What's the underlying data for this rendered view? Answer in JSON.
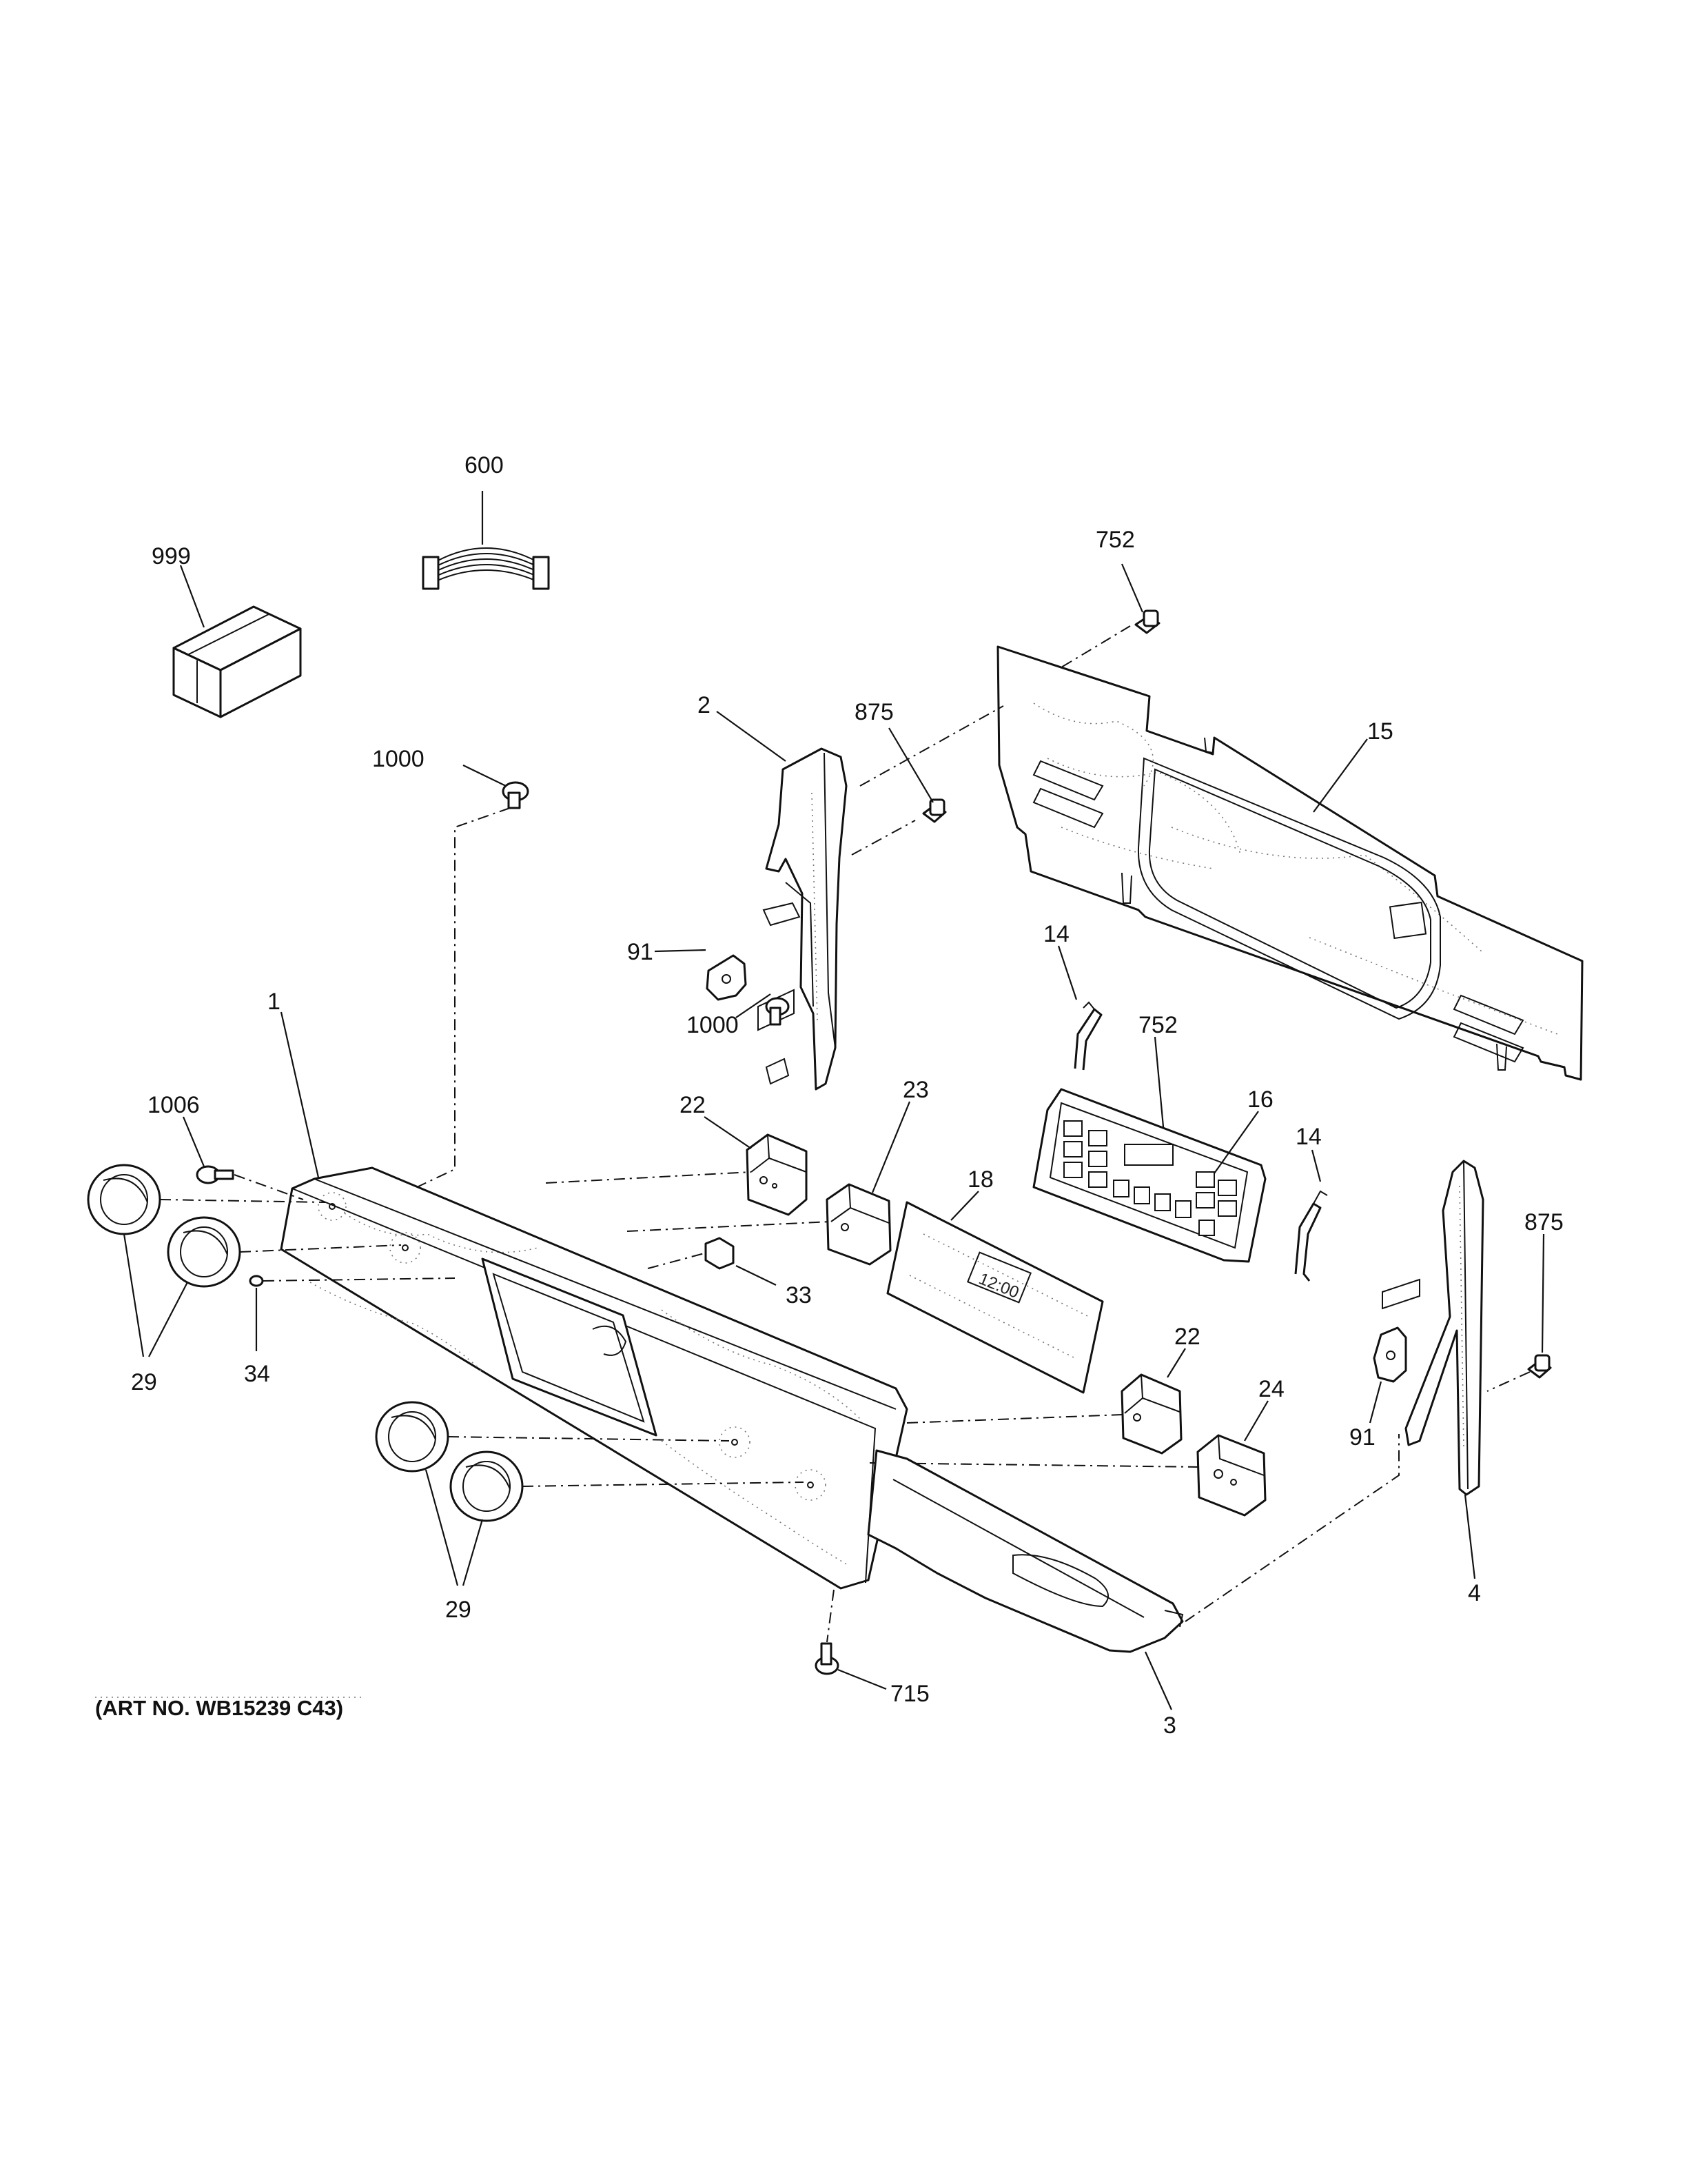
{
  "art_number": "(ART NO. WB15239 C43)",
  "callouts": {
    "c999": "999",
    "c600": "600",
    "c752a": "752",
    "c875a": "875",
    "c2": "2",
    "c15": "15",
    "c1000a": "1000",
    "c91a": "91",
    "c1000b": "1000",
    "c14a": "14",
    "c752b": "752",
    "c16": "16",
    "c14b": "14",
    "c1": "1",
    "c1006": "1006",
    "c22a": "22",
    "c23": "23",
    "c18": "18",
    "c875b": "875",
    "c33": "33",
    "c29a": "29",
    "c34": "34",
    "c22b": "22",
    "c24": "24",
    "c91b": "91",
    "c4": "4",
    "c29b": "29",
    "c715": "715",
    "c3": "3"
  },
  "clock_display": "12:00"
}
